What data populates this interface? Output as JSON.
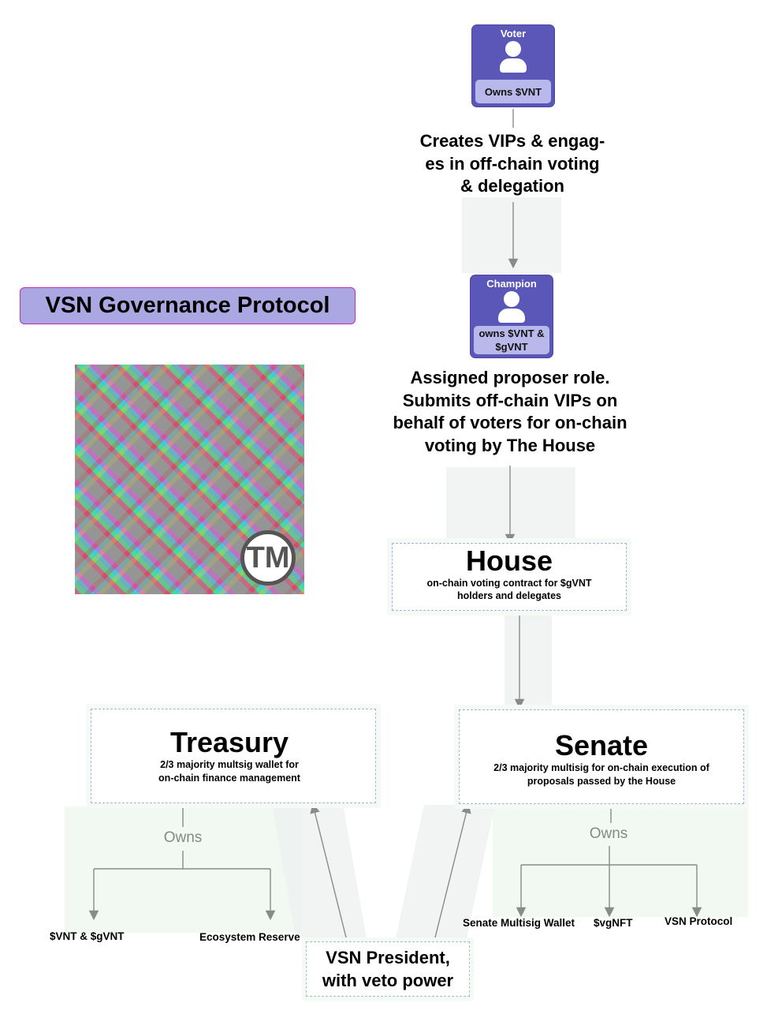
{
  "title": "VSN Governance Protocol",
  "logo": {
    "mark": "TM"
  },
  "voter": {
    "title": "Voter",
    "badge": "Owns $VNT"
  },
  "voter_caption": "Creates VIPs & engag-\nes in off-chain voting\n& delegation",
  "champion": {
    "title": "Champion",
    "badge": "owns $VNT &\n$gVNT"
  },
  "champion_caption": "Assigned proposer role.\nSubmits off-chain VIPs on\nbehalf of voters for on-chain\nvoting by The House",
  "house": {
    "title": "House",
    "desc": "on-chain voting contract for $gVNT\nholders and delegates"
  },
  "treasury": {
    "title": "Treasury",
    "desc": "2/3 majority multsig wallet for\non-chain finance management",
    "owns_label": "Owns",
    "items": [
      "$VNT & $gVNT",
      "Ecosystem Reserve"
    ]
  },
  "senate": {
    "title": "Senate",
    "desc": "2/3 majority multisig for on-chain execution of\nproposals passed by the House",
    "owns_label": "Owns",
    "items": [
      "Senate Multisig Wallet",
      "$vgNFT",
      "VSN Protocol"
    ]
  },
  "president": {
    "label": "VSN President,\nwith veto power"
  },
  "colors": {
    "role_bg": "#5b57b8",
    "role_badge": "#b9b8ea",
    "title_bg": "#aaa7e2",
    "title_border": "#c52bb4",
    "connector": "#8a8a8a"
  },
  "icons": {
    "role": "user-icon",
    "arrow": "arrow-head-icon"
  }
}
